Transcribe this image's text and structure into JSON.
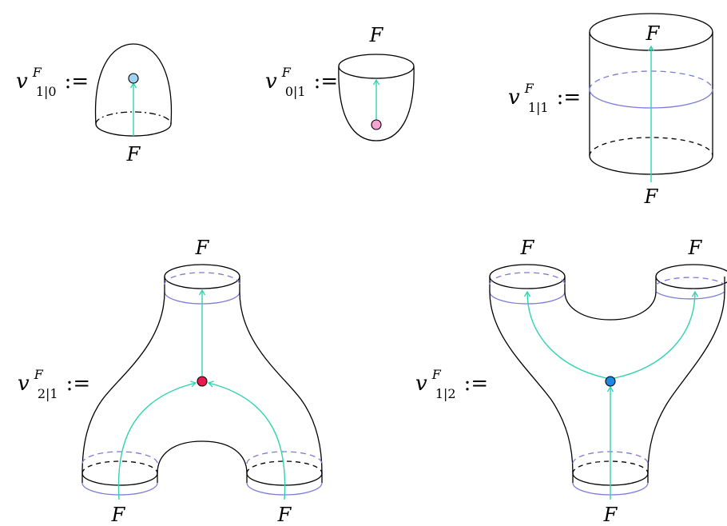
{
  "variable": "v",
  "superscript": "F",
  "assign_op": ":=",
  "boundary_label": "F",
  "colors": {
    "ink": "#000000",
    "flow_line": "#2fd3b0",
    "band": "#7b7bdb",
    "unit_dot": "#9fd3f0",
    "counit_dot": "#f5a3d3",
    "merge_dot": "#e8194f",
    "split_dot": "#1e88e5"
  },
  "diagrams": [
    {
      "id": "cap",
      "subscript": "1|0"
    },
    {
      "id": "cup",
      "subscript": "0|1"
    },
    {
      "id": "cylinder",
      "subscript": "1|1"
    },
    {
      "id": "pants-merge",
      "subscript": "2|1"
    },
    {
      "id": "pants-split",
      "subscript": "1|2"
    }
  ]
}
